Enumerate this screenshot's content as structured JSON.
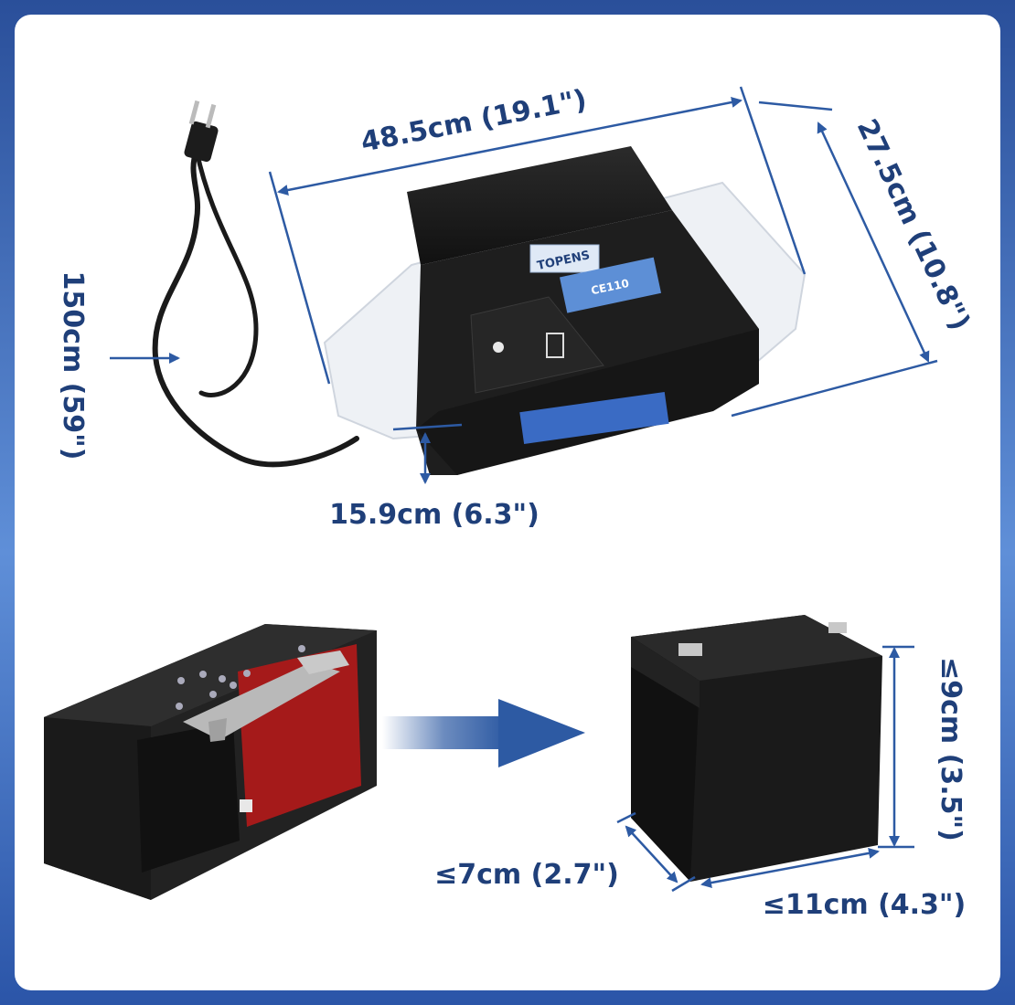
{
  "opener": {
    "brand": "TOPENS",
    "model": "CE110",
    "dims": {
      "length": "48.5cm (19.1\")",
      "depth": "27.5cm (10.8\")",
      "height": "15.9cm (6.3\")",
      "cord": "150cm (59\")"
    }
  },
  "battery": {
    "dims": {
      "height": "≤9cm (3.5\")",
      "depth": "≤7cm (2.7\")",
      "width": "≤11cm (4.3\")"
    }
  },
  "colors": {
    "dimension": "#1f3f79",
    "frame": "#3a6bc4",
    "case": "#1e1e1e",
    "battery_red": "#a51a1a"
  }
}
